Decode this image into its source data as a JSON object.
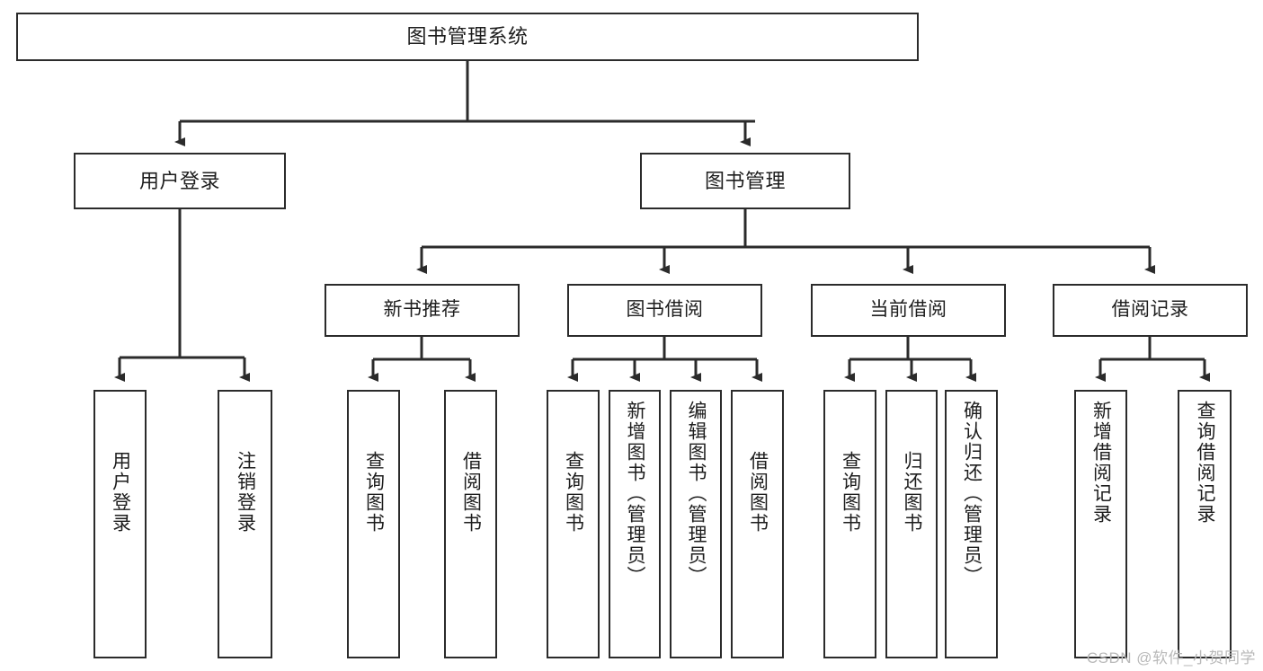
{
  "diagram": {
    "title_node": {
      "label": "图书管理系统"
    },
    "level2": [
      {
        "id": "user-login",
        "label": "用户登录"
      },
      {
        "id": "book-management",
        "label": "图书管理"
      }
    ],
    "level3": [
      {
        "id": "new-book-recommend",
        "label": "新书推荐"
      },
      {
        "id": "book-borrow",
        "label": "图书借阅"
      },
      {
        "id": "current-borrow",
        "label": "当前借阅"
      },
      {
        "id": "borrow-record",
        "label": "借阅记录"
      }
    ],
    "leaves": {
      "user_login": [
        {
          "id": "leaf-user-login",
          "label": "用户登录"
        },
        {
          "id": "leaf-logout-login",
          "label": "注销登录"
        }
      ],
      "new_book_recommend": [
        {
          "id": "leaf-query-book-1",
          "label": "查询图书"
        },
        {
          "id": "leaf-borrow-book-1",
          "label": "借阅图书"
        }
      ],
      "book_borrow": [
        {
          "id": "leaf-query-book-2",
          "label": "查询图书"
        },
        {
          "id": "leaf-add-book",
          "label": "新增图书（管理员）"
        },
        {
          "id": "leaf-edit-book",
          "label": "编辑图书（管理员）"
        },
        {
          "id": "leaf-borrow-book-2",
          "label": "借阅图书"
        }
      ],
      "current_borrow": [
        {
          "id": "leaf-query-book-3",
          "label": "查询图书"
        },
        {
          "id": "leaf-return-book",
          "label": "归还图书"
        },
        {
          "id": "leaf-confirm-return",
          "label": "确认归还（管理员）"
        }
      ],
      "borrow_record": [
        {
          "id": "leaf-add-borrow-record",
          "label": "新增借阅记录"
        },
        {
          "id": "leaf-query-borrow-record",
          "label": "查询借阅记录"
        }
      ]
    }
  },
  "watermark": {
    "text": "CSDN @软件_小贺同学"
  },
  "colors": {
    "stroke": "#2b2b2b",
    "fill": "#ffffff",
    "text": "#1d1d1d",
    "watermark": "#b9b9b9"
  }
}
